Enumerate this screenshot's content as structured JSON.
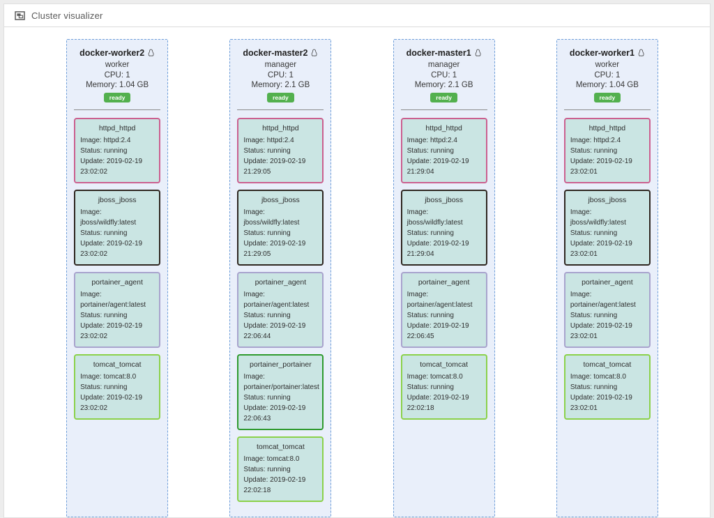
{
  "header": {
    "title": "Cluster visualizer"
  },
  "colors": {
    "panel_background": "#ffffff",
    "page_background": "#ededed",
    "node_background": "#e9effa",
    "node_border": "#6e9ed9",
    "task_background": "#cae5e3",
    "ready_badge": "#53b04e",
    "service_borders": {
      "httpd_httpd": "#cb5f8f",
      "jboss_jboss": "#2e2620",
      "portainer_agent": "#a8a3cd",
      "portainer_portainer": "#2f9a2e",
      "tomcat_tomcat": "#8bd14a"
    }
  },
  "nodes": [
    {
      "name": "docker-worker2",
      "role": "worker",
      "cpu": "CPU: 1",
      "memory": "Memory: 1.04 GB",
      "status": "ready",
      "tasks": [
        {
          "name": "httpd_httpd",
          "image": "Image: httpd:2.4",
          "status": "Status: running",
          "update": "Update: 2019-02-19 23:02:02"
        },
        {
          "name": "jboss_jboss",
          "image": "Image: jboss/wildfly:latest",
          "status": "Status: running",
          "update": "Update: 2019-02-19 23:02:02"
        },
        {
          "name": "portainer_agent",
          "image": "Image: portainer/agent:latest",
          "status": "Status: running",
          "update": "Update: 2019-02-19 23:02:02"
        },
        {
          "name": "tomcat_tomcat",
          "image": "Image: tomcat:8.0",
          "status": "Status: running",
          "update": "Update: 2019-02-19 23:02:02"
        }
      ]
    },
    {
      "name": "docker-master2",
      "role": "manager",
      "cpu": "CPU: 1",
      "memory": "Memory: 2.1 GB",
      "status": "ready",
      "tasks": [
        {
          "name": "httpd_httpd",
          "image": "Image: httpd:2.4",
          "status": "Status: running",
          "update": "Update: 2019-02-19 21:29:05"
        },
        {
          "name": "jboss_jboss",
          "image": "Image: jboss/wildfly:latest",
          "status": "Status: running",
          "update": "Update: 2019-02-19 21:29:05"
        },
        {
          "name": "portainer_agent",
          "image": "Image: portainer/agent:latest",
          "status": "Status: running",
          "update": "Update: 2019-02-19 22:06:44"
        },
        {
          "name": "portainer_portainer",
          "image": "Image: portainer/portainer:latest",
          "status": "Status: running",
          "update": "Update: 2019-02-19 22:06:43"
        },
        {
          "name": "tomcat_tomcat",
          "image": "Image: tomcat:8.0",
          "status": "Status: running",
          "update": "Update: 2019-02-19 22:02:18"
        }
      ]
    },
    {
      "name": "docker-master1",
      "role": "manager",
      "cpu": "CPU: 1",
      "memory": "Memory: 2.1 GB",
      "status": "ready",
      "tasks": [
        {
          "name": "httpd_httpd",
          "image": "Image: httpd:2.4",
          "status": "Status: running",
          "update": "Update: 2019-02-19 21:29:04"
        },
        {
          "name": "jboss_jboss",
          "image": "Image: jboss/wildfly:latest",
          "status": "Status: running",
          "update": "Update: 2019-02-19 21:29:04"
        },
        {
          "name": "portainer_agent",
          "image": "Image: portainer/agent:latest",
          "status": "Status: running",
          "update": "Update: 2019-02-19 22:06:45"
        },
        {
          "name": "tomcat_tomcat",
          "image": "Image: tomcat:8.0",
          "status": "Status: running",
          "update": "Update: 2019-02-19 22:02:18"
        }
      ]
    },
    {
      "name": "docker-worker1",
      "role": "worker",
      "cpu": "CPU: 1",
      "memory": "Memory: 1.04 GB",
      "status": "ready",
      "tasks": [
        {
          "name": "httpd_httpd",
          "image": "Image: httpd:2.4",
          "status": "Status: running",
          "update": "Update: 2019-02-19 23:02:01"
        },
        {
          "name": "jboss_jboss",
          "image": "Image: jboss/wildfly:latest",
          "status": "Status: running",
          "update": "Update: 2019-02-19 23:02:01"
        },
        {
          "name": "portainer_agent",
          "image": "Image: portainer/agent:latest",
          "status": "Status: running",
          "update": "Update: 2019-02-19 23:02:01"
        },
        {
          "name": "tomcat_tomcat",
          "image": "Image: tomcat:8.0",
          "status": "Status: running",
          "update": "Update: 2019-02-19 23:02:01"
        }
      ]
    }
  ]
}
